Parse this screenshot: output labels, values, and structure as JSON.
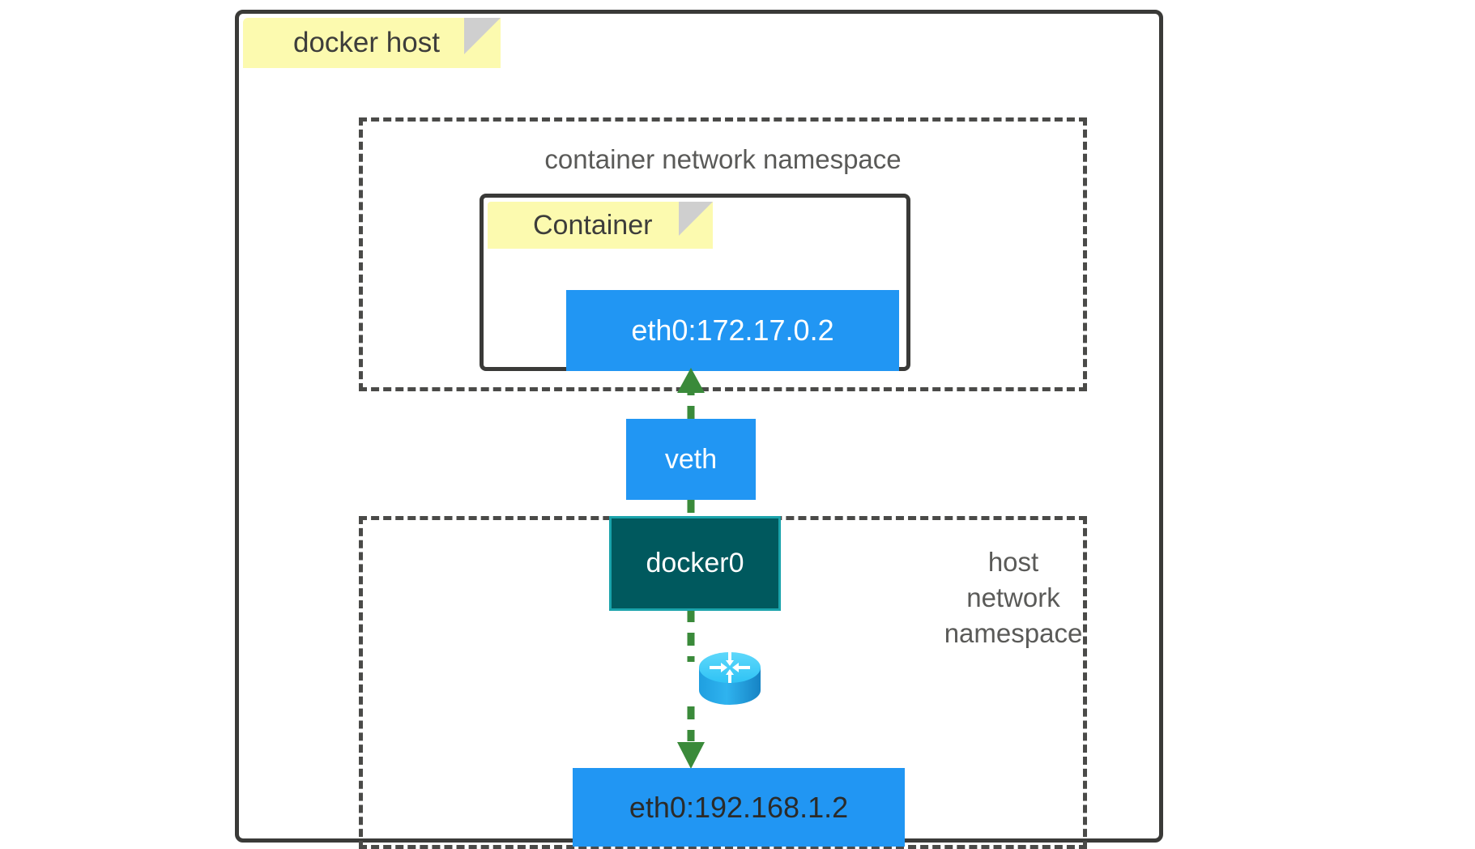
{
  "diagram": {
    "title": "docker host",
    "host_frame": {
      "label": "docker host",
      "label_style": "sticky-note",
      "border_color": "#3a3a38"
    },
    "container_namespace": {
      "label": "container network namespace",
      "border_style": "dashed",
      "border_color": "#4a4a48"
    },
    "container": {
      "label": "Container",
      "label_style": "sticky-note",
      "border_color": "#3a3a38"
    },
    "host_namespace": {
      "label": "host network namespace",
      "label_lines": [
        "host",
        "network",
        "namespace"
      ],
      "border_style": "dashed",
      "border_color": "#4a4a48"
    },
    "nodes": [
      {
        "id": "eth0-container",
        "label": "eth0:172.17.0.2",
        "fill": "#2196f3",
        "text_color": "#ffffff",
        "kind": "interface"
      },
      {
        "id": "veth",
        "label": "veth",
        "fill": "#2196f3",
        "text_color": "#ffffff",
        "kind": "interface"
      },
      {
        "id": "docker0",
        "label": "docker0",
        "fill": "#00595e",
        "border": "#1aa3ab",
        "text_color": "#ffffff",
        "kind": "bridge"
      },
      {
        "id": "router",
        "label": "",
        "icon": "router-icon",
        "fill": "#29b6f6",
        "kind": "router"
      },
      {
        "id": "eth0-host",
        "label": "eth0:192.168.1.2",
        "fill": "#2196f3",
        "text_color": "#2b2b29",
        "kind": "interface"
      }
    ],
    "links": [
      {
        "from": "veth",
        "to": "eth0-container",
        "style": "dashed",
        "color": "#3a8a3a",
        "arrow": "end"
      },
      {
        "from": "veth",
        "to": "docker0",
        "style": "dashed",
        "color": "#3a8a3a",
        "arrow": "none"
      },
      {
        "from": "docker0",
        "to": "router",
        "style": "dashed",
        "color": "#3a8a3a",
        "arrow": "none"
      },
      {
        "from": "router",
        "to": "eth0-host",
        "style": "dashed",
        "color": "#3a8a3a",
        "arrow": "end"
      }
    ],
    "colors": {
      "sticky_yellow": "#fcfaaf",
      "sticky_fold": "#cfcfcf",
      "blue": "#2196f3",
      "teal": "#00595e",
      "teal_border": "#1aa3ab",
      "green_link": "#3a8a3a",
      "frame": "#3a3a38",
      "label_text": "#5a5a58"
    }
  }
}
